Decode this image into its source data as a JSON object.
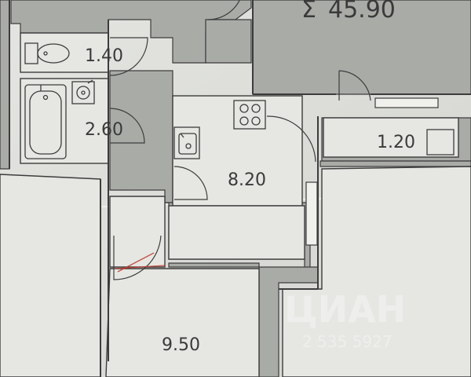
{
  "plan": {
    "total_area": "45.90",
    "total_symbol": "Σ",
    "rooms": {
      "toilet": "1.40",
      "bathroom": "2.60",
      "kitchen": "8.20",
      "balcony": "1.20",
      "living_room": "9.50"
    },
    "watermark": {
      "brand": "ЦИАН",
      "phone_fragment": "2 535 5927"
    },
    "colors": {
      "paper": "#d9dad6",
      "wall_fill": "#a8aaa6",
      "line": "#3c3c3c",
      "red_mark": "#c0392b"
    }
  }
}
